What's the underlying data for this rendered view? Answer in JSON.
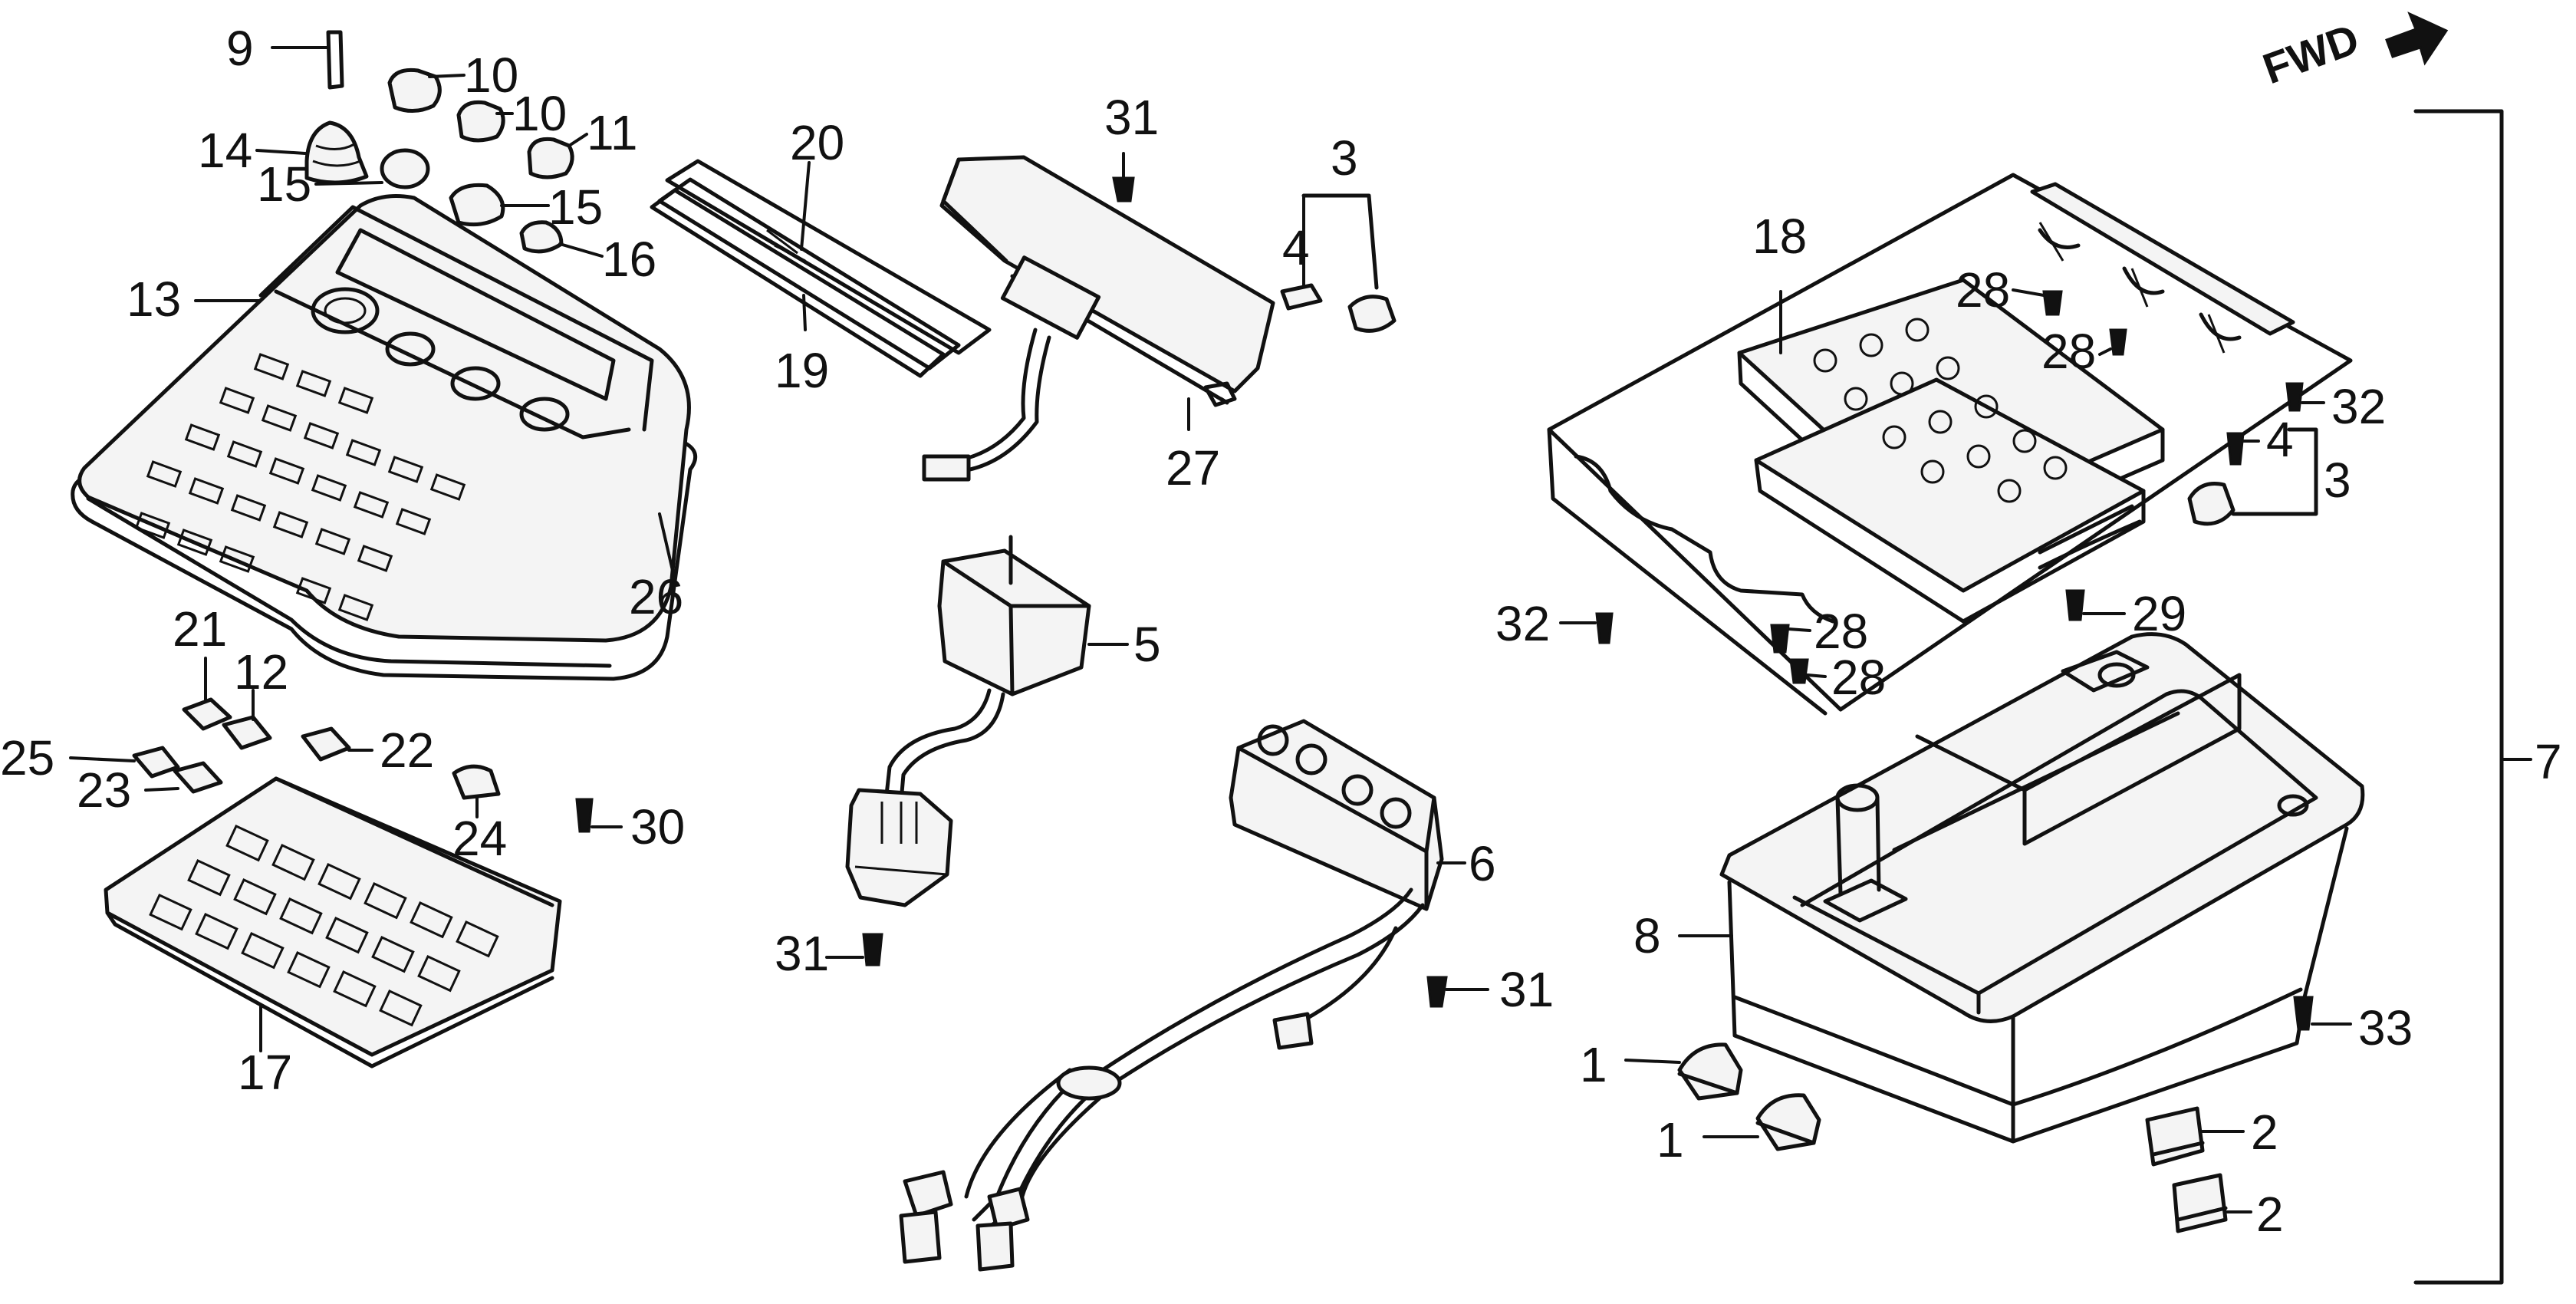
{
  "orientation": {
    "label": "FWD",
    "icon": "forward-arrow-icon"
  },
  "callouts": {
    "c1a": "1",
    "c1b": "1",
    "c2a": "2",
    "c2b": "2",
    "c3a": "3",
    "c3b": "3",
    "c4a": "4",
    "c4b": "4",
    "c5": "5",
    "c6": "6",
    "c7": "7",
    "c8": "8",
    "c9": "9",
    "c10a": "10",
    "c10b": "10",
    "c11": "11",
    "c12": "12",
    "c13": "13",
    "c14": "14",
    "c15a": "15",
    "c15b": "15",
    "c16": "16",
    "c17": "17",
    "c18": "18",
    "c19": "19",
    "c20": "20",
    "c21": "21",
    "c22": "22",
    "c23": "23",
    "c24": "24",
    "c25": "25",
    "c26": "26",
    "c27": "27",
    "c28a": "28",
    "c28b": "28",
    "c28c": "28",
    "c28d": "28",
    "c29": "29",
    "c30": "30",
    "c31a": "31",
    "c31b": "31",
    "c31c": "31",
    "c32a": "32",
    "c32b": "32",
    "c33": "33"
  }
}
